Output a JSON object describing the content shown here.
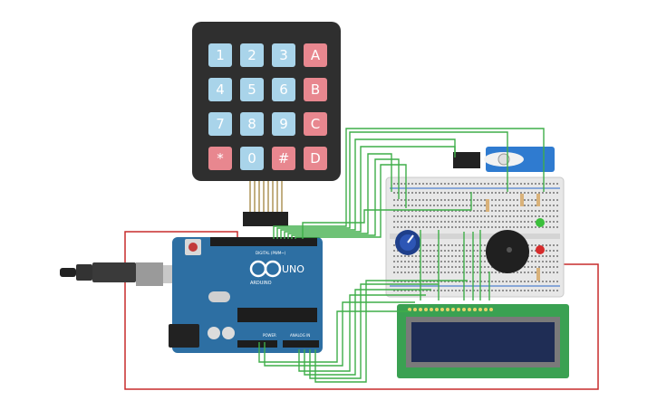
{
  "keypad": {
    "rows": [
      [
        {
          "label": "1",
          "type": "num"
        },
        {
          "label": "2",
          "type": "num"
        },
        {
          "label": "3",
          "type": "num"
        },
        {
          "label": "A",
          "type": "letter"
        }
      ],
      [
        {
          "label": "4",
          "type": "num"
        },
        {
          "label": "5",
          "type": "num"
        },
        {
          "label": "6",
          "type": "num"
        },
        {
          "label": "B",
          "type": "letter"
        }
      ],
      [
        {
          "label": "7",
          "type": "num"
        },
        {
          "label": "8",
          "type": "num"
        },
        {
          "label": "9",
          "type": "num"
        },
        {
          "label": "C",
          "type": "letter"
        }
      ],
      [
        {
          "label": "*",
          "type": "letter"
        },
        {
          "label": "0",
          "type": "num"
        },
        {
          "label": "#",
          "type": "letter"
        },
        {
          "label": "D",
          "type": "letter"
        }
      ]
    ]
  },
  "arduino": {
    "logo_text": "UNO",
    "brand_text": "ARDUINO",
    "digital_label": "DIGITAL (PWM~)",
    "power_label": "POWER",
    "analog_label": "ANALOG IN"
  },
  "colors": {
    "keypad_body": "#2f2f2f",
    "key_num": "#a9d4ea",
    "key_letter": "#e8878f",
    "arduino_board": "#2d6fa3",
    "wire_green": "#3fae49",
    "wire_red": "#c72c2c",
    "lcd_board": "#3aa152",
    "lcd_screen": "#1f2d55"
  }
}
